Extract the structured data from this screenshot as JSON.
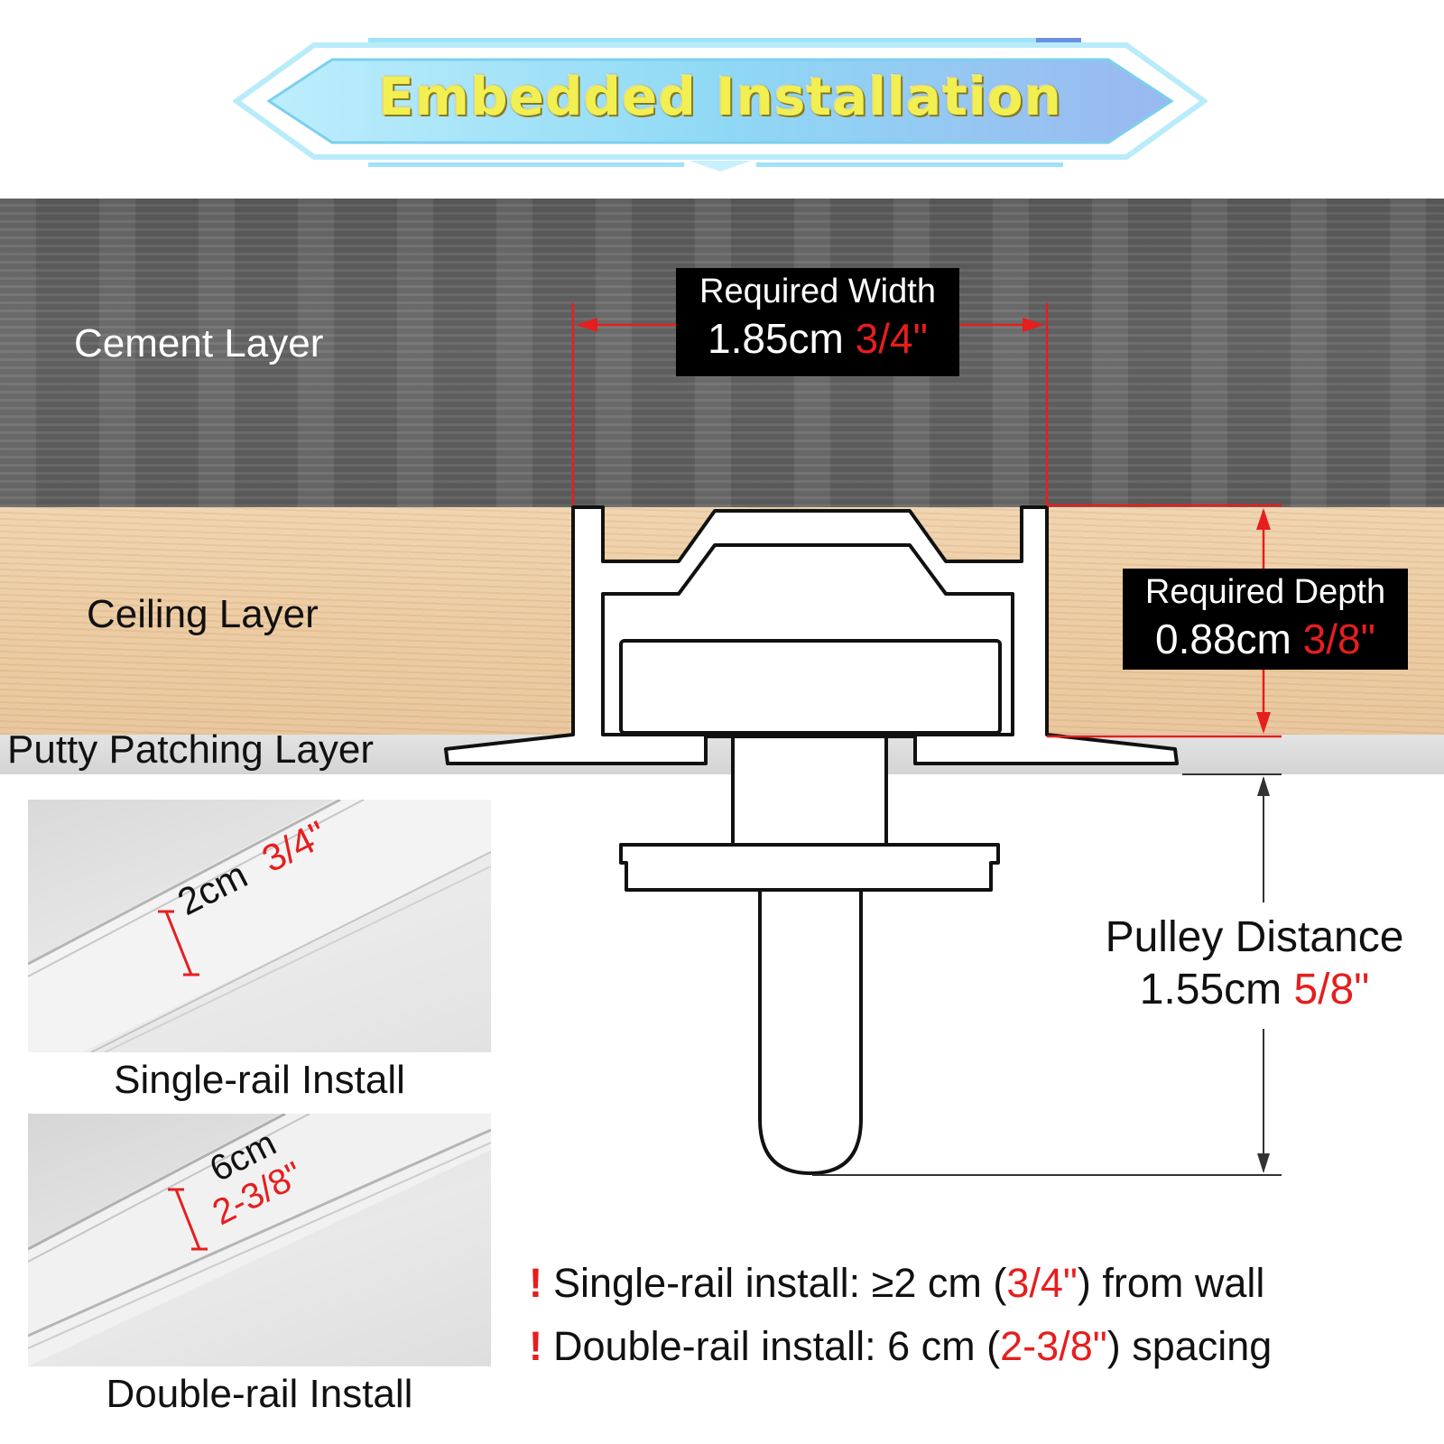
{
  "banner": {
    "title": "Embedded Installation"
  },
  "layers": {
    "cement": "Cement Layer",
    "ceiling": "Ceiling Layer",
    "putty": "Putty Patching Layer"
  },
  "required_width": {
    "title": "Required Width",
    "metric": "1.85cm",
    "imperial": "3/4\""
  },
  "required_depth": {
    "title": "Required Depth",
    "metric": "0.88cm",
    "imperial": "3/8\""
  },
  "pulley_distance": {
    "title": "Pulley Distance",
    "metric": "1.55cm",
    "imperial": "5/8\""
  },
  "single_rail": {
    "caption": "Single-rail Install",
    "metric": "2cm",
    "imperial": "3/4\""
  },
  "double_rail": {
    "caption": "Double-rail Install",
    "metric": "6cm",
    "imperial": "2-3/8\""
  },
  "notes": [
    {
      "mark": "!",
      "before": "Single-rail install: ≥2 cm (",
      "highlight": "3/4\"",
      "after": ") from wall"
    },
    {
      "mark": "!",
      "before": "Double-rail install: 6 cm (",
      "highlight": "2-3/8\"",
      "after": ") spacing"
    }
  ],
  "colors": {
    "accent_red": "#e61e1e",
    "banner_blue": "#8fd9f5",
    "banner_text": "#f2ef52",
    "cement": "#636363",
    "ceiling_wood": "#ecca9f"
  }
}
